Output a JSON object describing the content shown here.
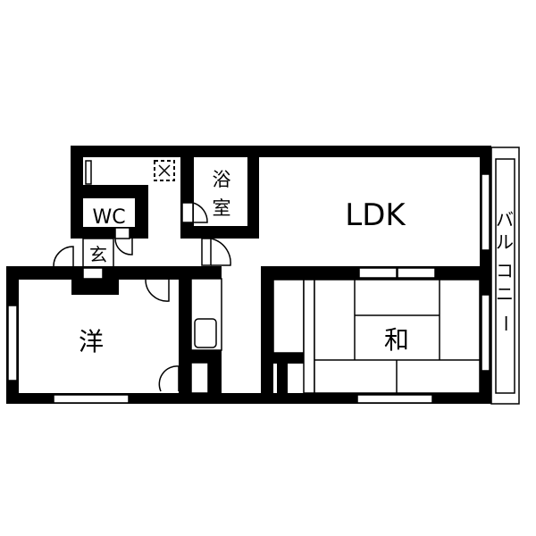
{
  "floor_plan": {
    "rooms": {
      "ldk": "LDK",
      "western": "洋",
      "japanese": "和",
      "bath": "浴室",
      "toilet": "WC",
      "entrance": "玄",
      "balcony": [
        "バ",
        "ル",
        "コ",
        "ニ",
        "ー"
      ]
    },
    "colors": {
      "wall": "#000000",
      "background": "#ffffff"
    }
  }
}
